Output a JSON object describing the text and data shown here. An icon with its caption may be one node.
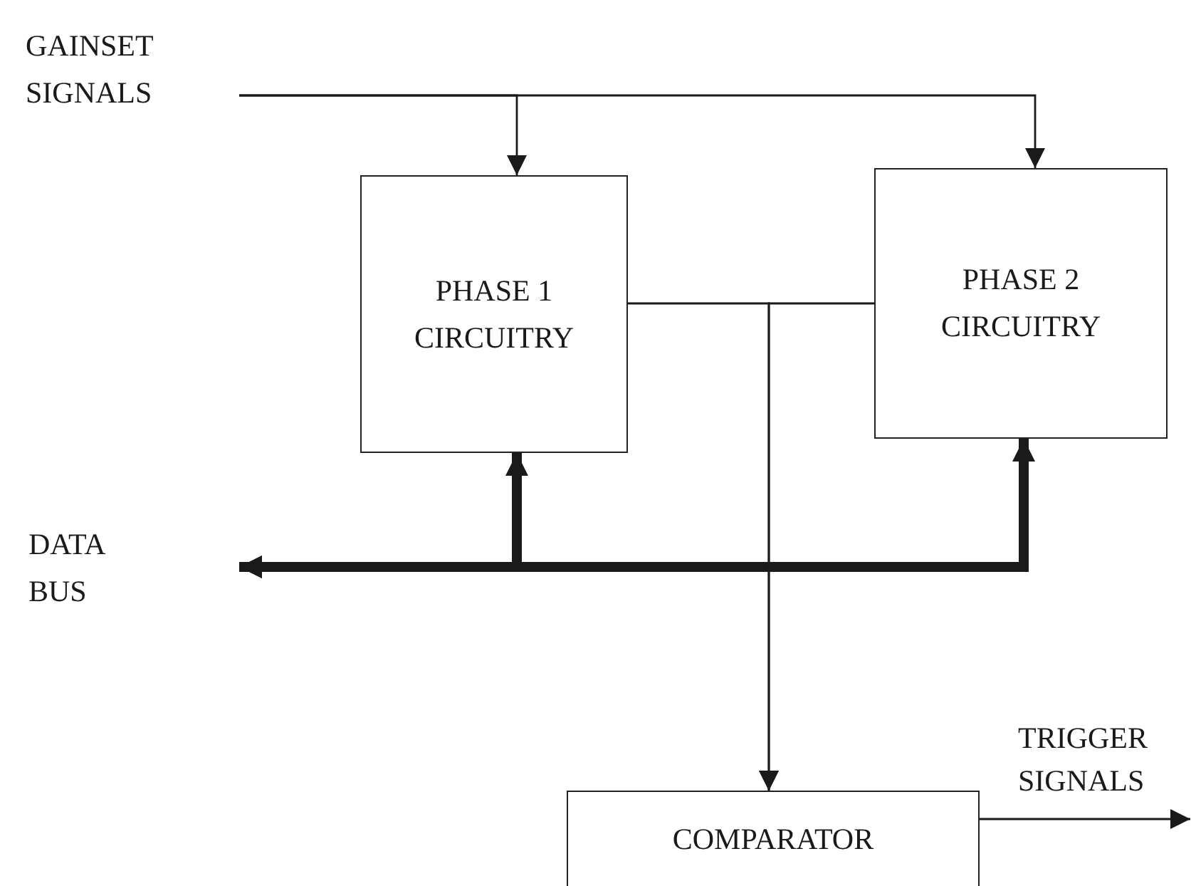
{
  "diagram": {
    "nodes": [
      {
        "text": [
          "GAINSET SIGNALS"
        ]
      },
      {
        "text": [
          "PHASE 1 CIRCUITRY"
        ]
      },
      {
        "text": [
          "PHASE 2 CIRCUITRY"
        ]
      },
      {
        "text": [
          "DATA BUS"
        ]
      },
      {
        "text": [
          "COMPARATOR"
        ]
      }
    ],
    "edges": [
      {
        "from": 0,
        "to": 1,
        "arrow": "to"
      },
      {
        "from": 0,
        "to": 2,
        "arrow": "to"
      },
      {
        "from": 3,
        "to": 1,
        "arrow": "both",
        "style": "thick"
      },
      {
        "from": 3,
        "to": 2,
        "arrow": "both",
        "style": "thick"
      },
      {
        "from": 1,
        "to": 4,
        "arrow": "to"
      },
      {
        "from": 2,
        "to": 4,
        "arrow": "to"
      },
      {
        "from": 4,
        "to": null,
        "arrow": "to",
        "label": "TRIGGER SIGNALS"
      }
    ]
  }
}
